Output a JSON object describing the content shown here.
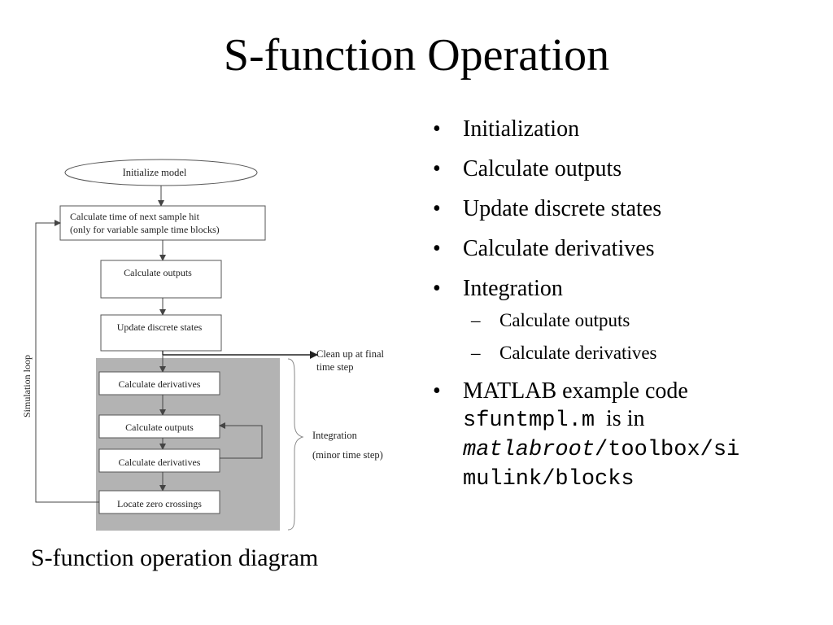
{
  "title": "S-function Operation",
  "caption": "S-function operation diagram",
  "diagram": {
    "start": "Initialize model",
    "next_hit_line1": "Calculate time of next sample hit",
    "next_hit_line2": "(only for variable sample time blocks)",
    "calc_outputs": "Calculate outputs",
    "update_states": "Update discrete states",
    "integ_derivs_1": "Calculate derivatives",
    "integ_outputs": "Calculate outputs",
    "integ_derivs_2": "Calculate derivatives",
    "zero_cross": "Locate zero crossings",
    "cleanup_line1": "Clean up at final",
    "cleanup_line2": "time step",
    "sim_loop": "Simulation loop",
    "integration_line1": "Integration",
    "integration_line2": "(minor time step)"
  },
  "bullets": {
    "b1": "Initialization",
    "b2": "Calculate outputs",
    "b3": "Update discrete states",
    "b4": "Calculate derivatives",
    "b5": "Integration",
    "sub1": "Calculate outputs",
    "sub2": "Calculate derivatives",
    "b6_text": "MATLAB example code",
    "b6_file": "sfuntmpl.m",
    "b6_is_in": "is in",
    "b6_root": "matlabroot",
    "b6_path1": "/toolbox/si",
    "b6_path2": "mulink/blocks"
  }
}
